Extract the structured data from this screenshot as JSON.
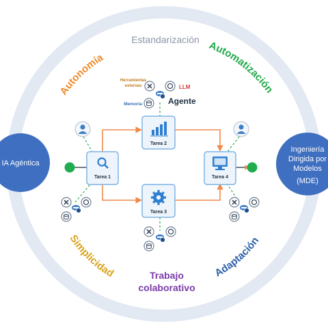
{
  "center_text": {
    "top": "Estandarización",
    "bottom_line1": "Trabajo",
    "bottom_line2": "colaborativo"
  },
  "curved_labels": {
    "top_left": "Autonomía",
    "top_right": "Automatización",
    "bottom_left": "Simplicidad",
    "bottom_right": "Adaptación"
  },
  "left_node": {
    "label": "IA Agéntica"
  },
  "right_node": {
    "line1": "Ingeniería",
    "line2": "Dirigida por",
    "line3": "Modelos",
    "line4": "(MDE)"
  },
  "agent_legend": {
    "tools_line1": "Herramientas",
    "tools_line2": "externas",
    "llm": "LLM",
    "memory": "Memoria",
    "agent": "Agente"
  },
  "tasks": [
    {
      "label": "Tarea 1",
      "icon": "search-icon"
    },
    {
      "label": "Tarea 2",
      "icon": "bar-chart-icon"
    },
    {
      "label": "Tarea 3",
      "icon": "gear-icon"
    },
    {
      "label": "Tarea 4",
      "icon": "monitor-icon"
    }
  ],
  "colors": {
    "ring": "#e6ecf5",
    "node_blue": "#3f6fc0",
    "task_border": "#7fb3e6",
    "arrow": "#f08a4b",
    "start_green": "#1fad4f",
    "autonomia": "#f08a2a",
    "automatizacion": "#22a84a",
    "simplicidad": "#d8a31c",
    "adaptacion": "#2a5fa8",
    "estandarizacion": "#8a97a8",
    "trabajo": "#7a3aa8",
    "tools_text": "#c07a1a",
    "llm_text": "#d83a3a",
    "memory_text": "#3a6fb8"
  }
}
